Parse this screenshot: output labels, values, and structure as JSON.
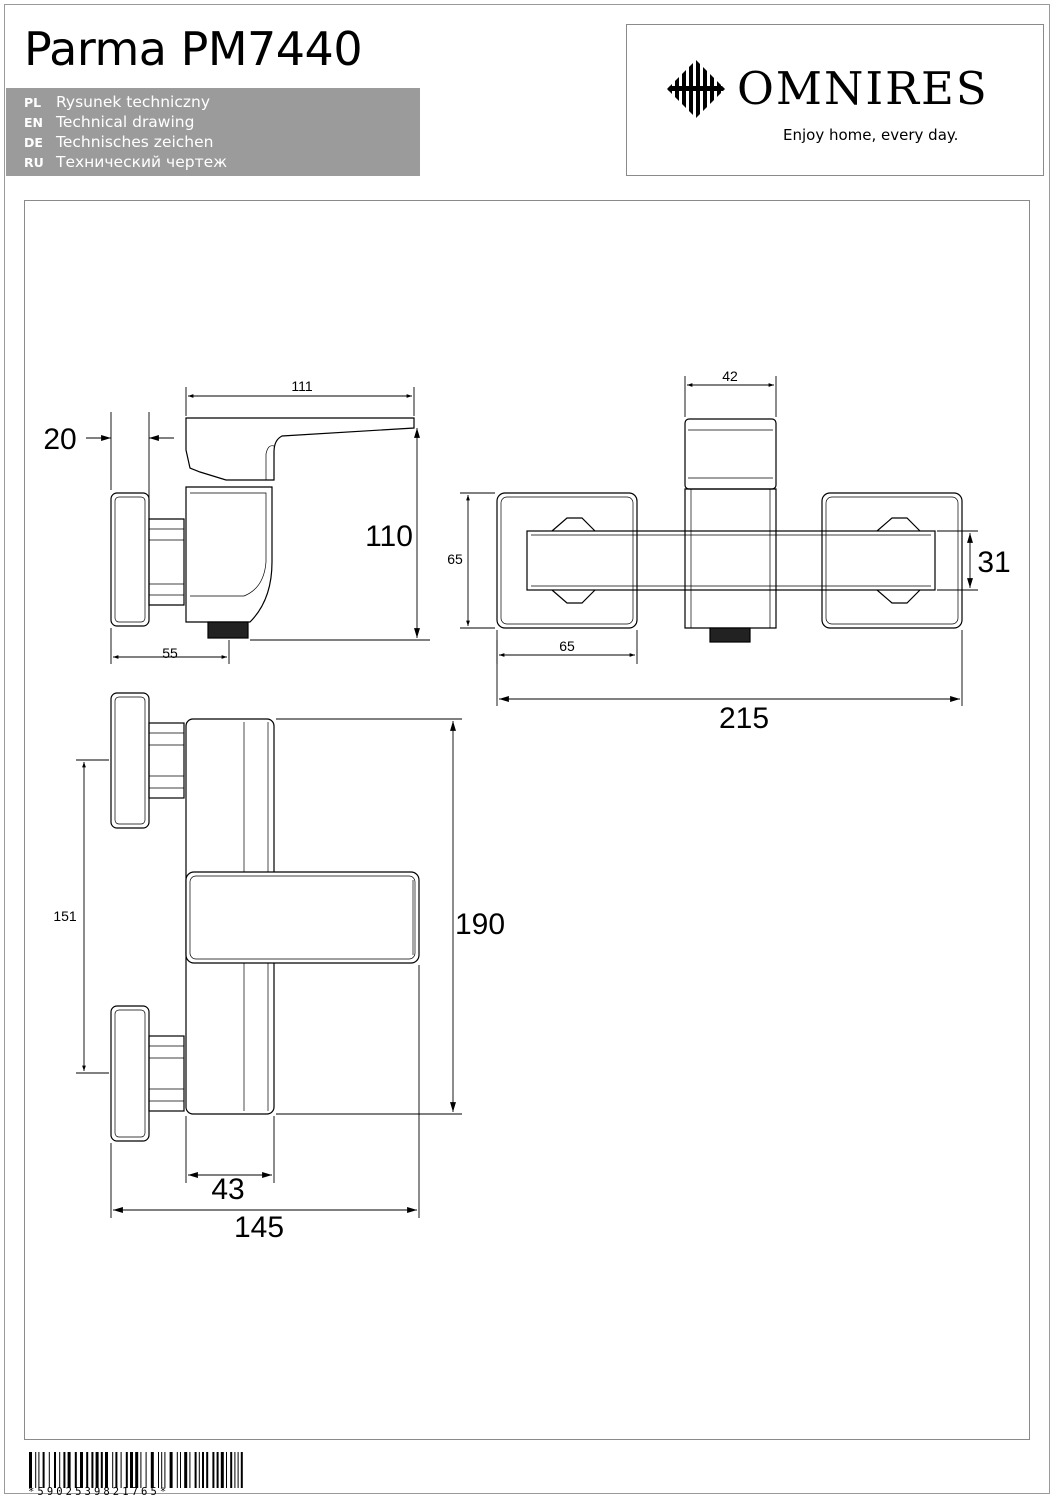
{
  "header": {
    "title": "Parma PM7440",
    "languages": [
      {
        "code": "PL",
        "label": "Rysunek techniczny"
      },
      {
        "code": "EN",
        "label": "Technical drawing"
      },
      {
        "code": "DE",
        "label": "Technisches zeichen"
      },
      {
        "code": "RU",
        "label": "Технический чертеж"
      }
    ],
    "band_color": "#9b9b9b"
  },
  "brand": {
    "name": "OMNIRES",
    "tagline": "Enjoy home, every day.",
    "logo_icon": "diamond-stripes-icon"
  },
  "dimensions": {
    "side_width": "111",
    "wall_offset": "20",
    "side_height": "110",
    "side_depth": "55",
    "top_body_width": "42",
    "top_height": "65",
    "top_handle_width": "65",
    "top_lever_height": "31",
    "top_total_width": "215",
    "front_spacing": "151",
    "front_height": "190",
    "front_body_width": "43",
    "front_total_depth": "145"
  },
  "barcode": {
    "digits": "*5902539821765*"
  }
}
